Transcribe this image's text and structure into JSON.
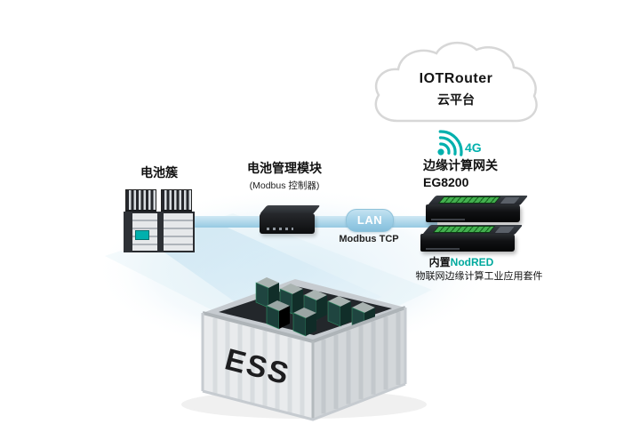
{
  "colors": {
    "accent_teal": "#00b0ad",
    "link_blue": "#a9d4e8",
    "terminal_green": "#43b04f"
  },
  "cloud": {
    "line1": "IOTRouter",
    "line2": "云平台"
  },
  "wireless": {
    "label": "4G"
  },
  "battery": {
    "label": "电池簇"
  },
  "bms": {
    "title": "电池管理模块",
    "subtitle": "(Modbus 控制器)"
  },
  "link": {
    "lan": "LAN",
    "protocol": "Modbus TCP"
  },
  "gateway": {
    "title": "边缘计算网关",
    "model": "EG8200",
    "note_prefix": "内置",
    "note_brand": "NodRED",
    "note_desc": "物联网边缘计算工业应用套件"
  },
  "container": {
    "label": "ESS"
  }
}
